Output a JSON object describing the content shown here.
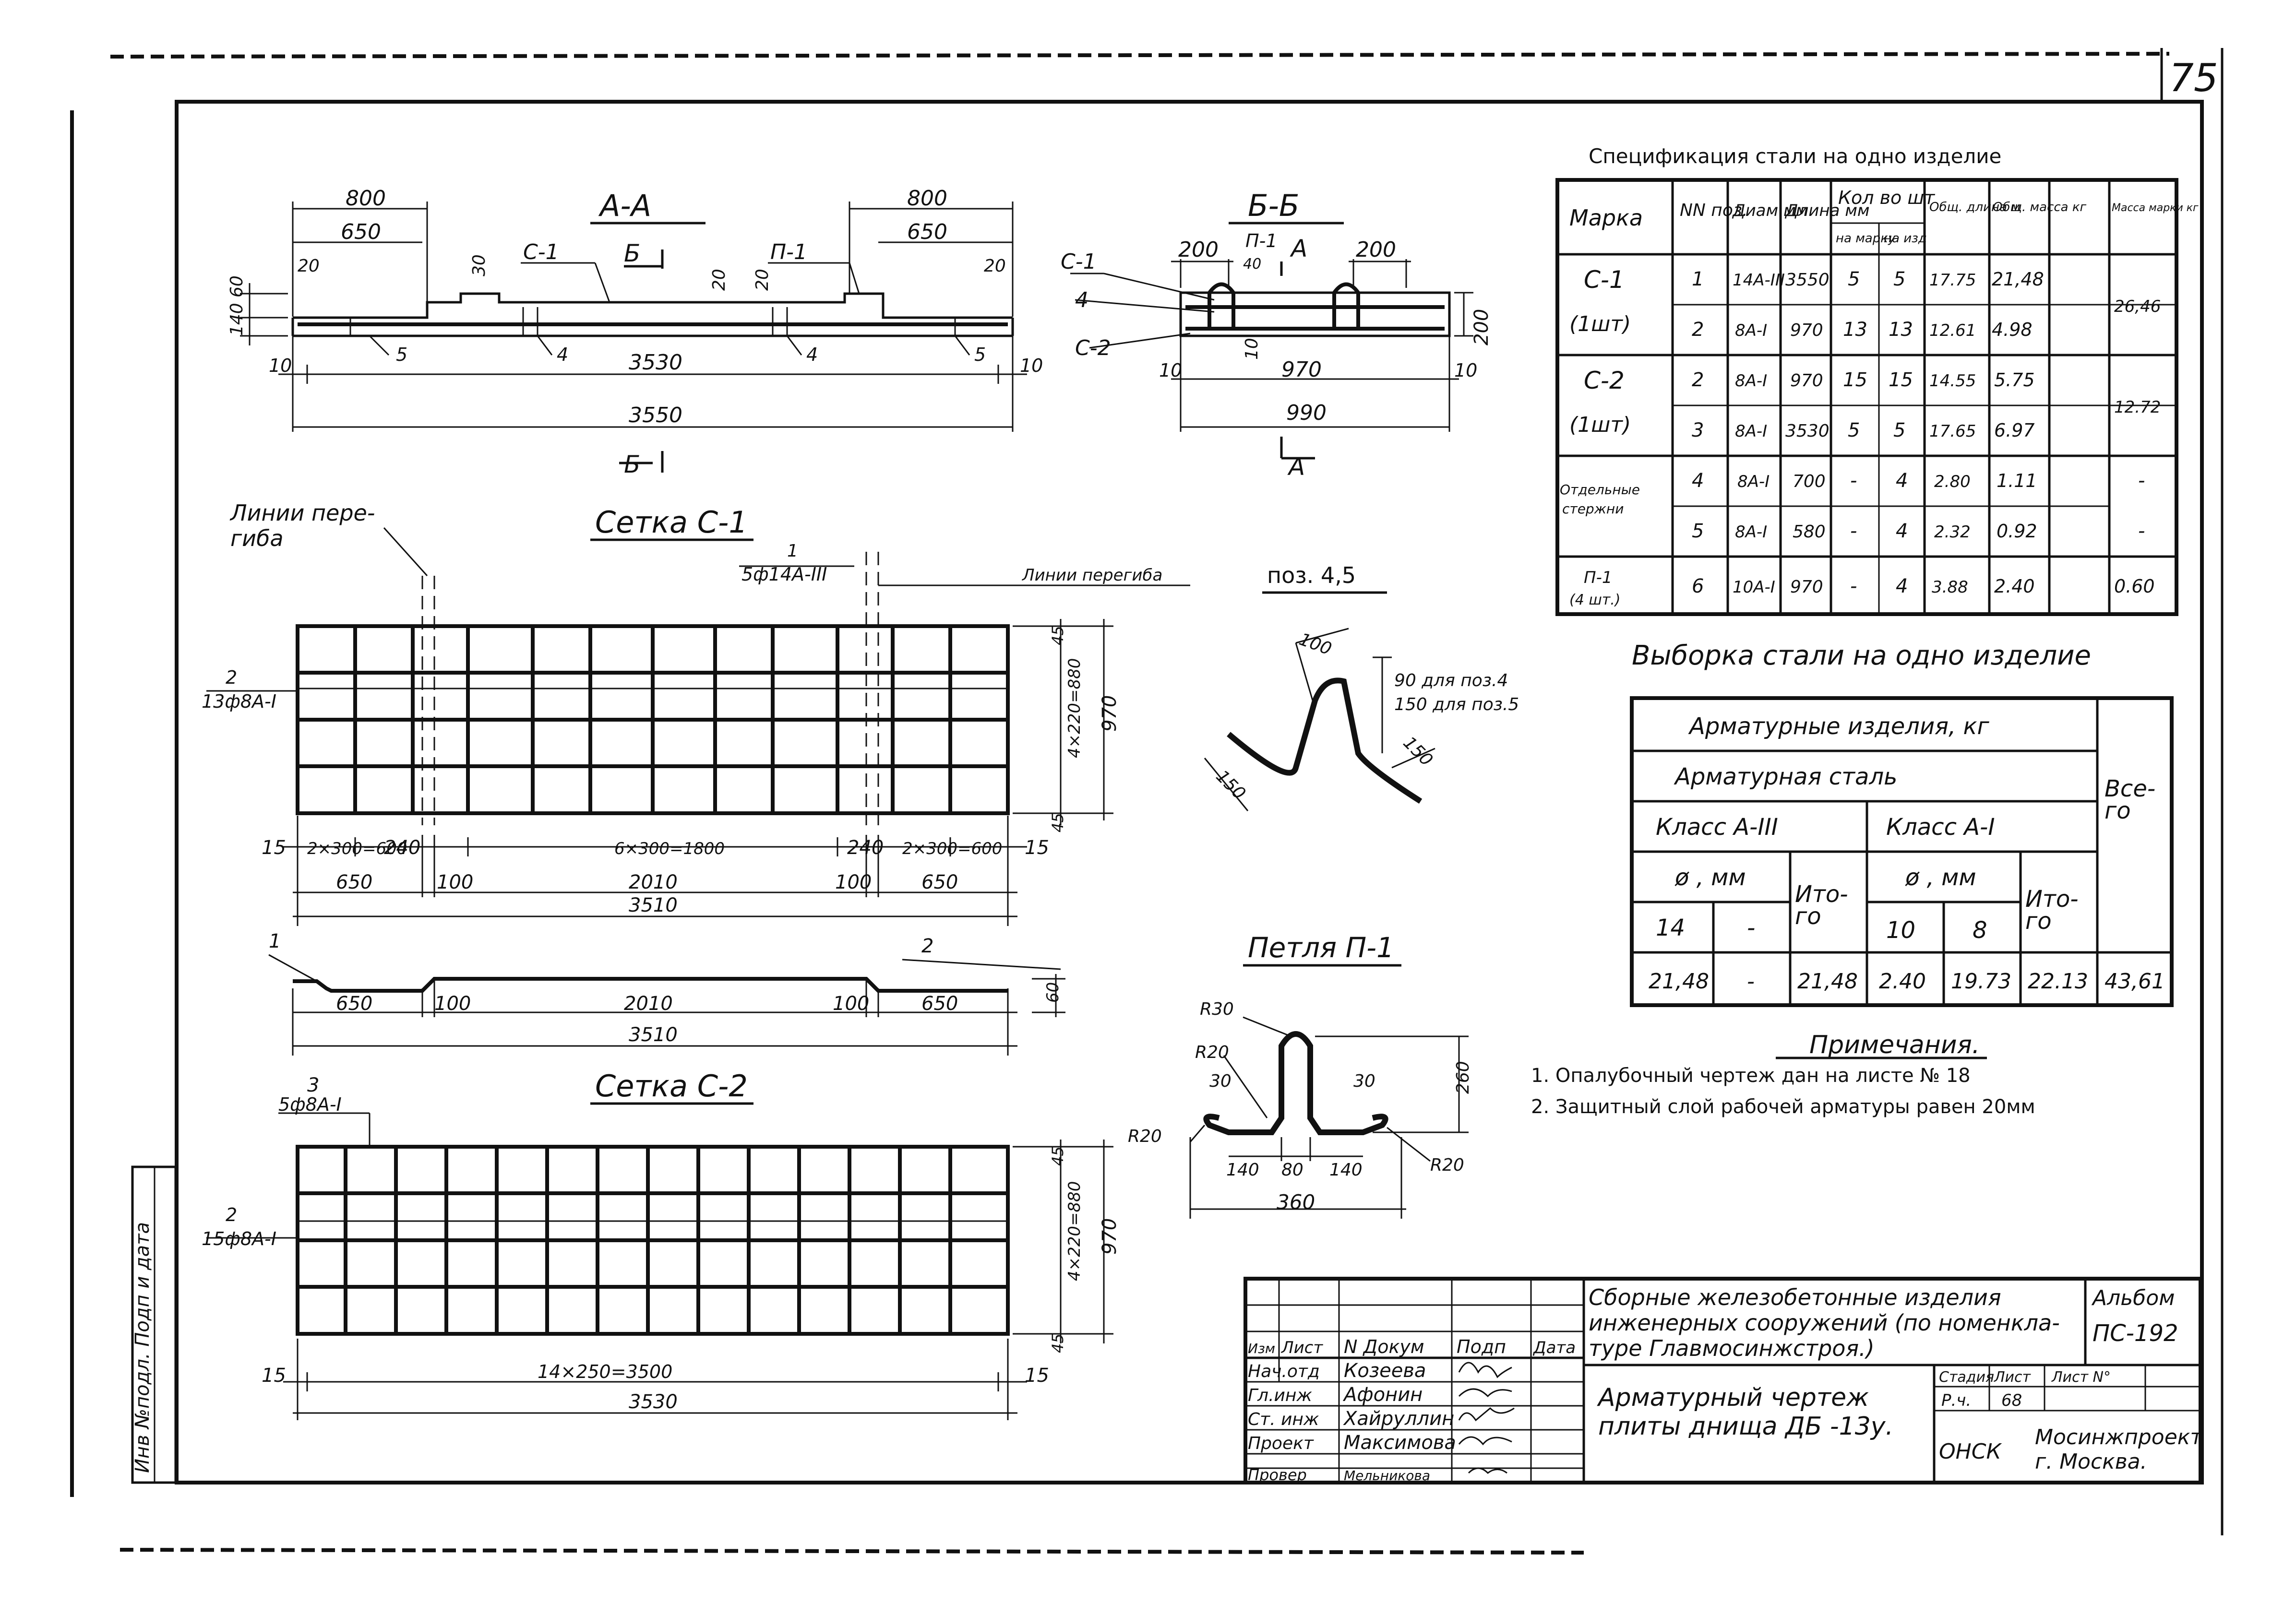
{
  "sheet": {
    "number": "75",
    "side_stamp": "Инв №подл. Подп и дата"
  },
  "section_aa": {
    "title": "А-А",
    "dims": [
      "800",
      "650",
      "800",
      "650",
      "20",
      "20",
      "20",
      "30",
      "20",
      "140",
      "60",
      "10",
      "10",
      "3530",
      "3550"
    ],
    "labels": [
      "С-1",
      "П-1",
      "Б",
      "5",
      "4",
      "4",
      "5",
      "Б"
    ]
  },
  "section_bb": {
    "title": "Б-Б",
    "dims": [
      "200",
      "200",
      "40",
      "200",
      "10",
      "970",
      "10",
      "10",
      "990"
    ],
    "labels": [
      "С-1",
      "4",
      "С-2",
      "П-1",
      "А",
      "А"
    ]
  },
  "mesh_c1": {
    "title": "Сетка С-1",
    "bend_lines_left": "Линии пере-\nгиба",
    "bend_lines_right": "Линии перегиба",
    "pos1": "1",
    "pos1_bars": "5ф14А-III",
    "pos2": "2",
    "pos2_bars": "13ф8А-I",
    "bottom_dims": [
      "15",
      "2×300=600",
      "240",
      "6×300=1800",
      "240",
      "2×300=600",
      "15"
    ],
    "bottom_dims2": [
      "650",
      "100",
      "2010",
      "100",
      "650"
    ],
    "total": "3510",
    "right_dims": [
      "45",
      "4×220=880",
      "970",
      "45"
    ]
  },
  "bent_mesh": {
    "pos1": "1",
    "pos2": "2",
    "dims": [
      "650",
      "100",
      "2010",
      "100",
      "650"
    ],
    "total": "3510",
    "height": "60"
  },
  "mesh_c2": {
    "title": "Сетка С-2",
    "pos3": "3",
    "pos3_bars": "5ф8А-I",
    "pos2": "2",
    "pos2_bars": "15ф8А-I",
    "bottom_dims": [
      "15",
      "14×250=3500",
      "15"
    ],
    "total": "3530",
    "right_dims": [
      "45",
      "4×220=880",
      "970",
      "45"
    ]
  },
  "pos45": {
    "title": "поз. 4,5",
    "dims": [
      "100",
      "150",
      "150"
    ],
    "note_a": "90 для поз.4",
    "note_b": "150 для поз.5"
  },
  "loop": {
    "title": "Петля П-1",
    "dims": [
      "R30",
      "R20",
      "30",
      "R20",
      "30",
      "R20",
      "260",
      "140",
      "80",
      "140",
      "360"
    ]
  },
  "spec_table": {
    "title": "Спецификация стали на одно изделие",
    "headers": [
      "Марка",
      "NN поз.",
      "Диам мм",
      "Длина мм",
      "Кол во шт",
      "на марку",
      "на изд",
      "Общ. длина м",
      "Общ. масса кг",
      "Масса марки кг"
    ],
    "rows": [
      [
        "С-1",
        "(1шт)",
        "1",
        "14А-III",
        "3550",
        "5",
        "5",
        "17.75",
        "21,48",
        "26,46"
      ],
      [
        "",
        "",
        "2",
        "8А-I",
        "970",
        "13",
        "13",
        "12.61",
        "4.98",
        ""
      ],
      [
        "С-2",
        "(1шт)",
        "2",
        "8А-I",
        "970",
        "15",
        "15",
        "14.55",
        "5.75",
        "12.72"
      ],
      [
        "",
        "",
        "3",
        "8А-I",
        "3530",
        "5",
        "5",
        "17.65",
        "6.97",
        ""
      ],
      [
        "Отдельные",
        "стержни",
        "4",
        "8А-I",
        "700",
        "-",
        "4",
        "2.80",
        "1.11",
        "-"
      ],
      [
        "",
        "",
        "5",
        "8А-I",
        "580",
        "-",
        "4",
        "2.32",
        "0.92",
        "-"
      ],
      [
        "П-1",
        "(4 шт.)",
        "6",
        "10А-I",
        "970",
        "-",
        "4",
        "3.88",
        "2.40",
        "0.60"
      ]
    ]
  },
  "selection_table": {
    "title": "Выборка стали на одно изделие",
    "h1": "Арматурные изделия, кг",
    "h2": "Арматурная сталь",
    "class3": "Класс А-III",
    "class1": "Класс А-I",
    "d_mm": "ø , мм",
    "total_lbl": "Ито-\nго",
    "all_lbl": "Все-\nго",
    "d14": "14",
    "dash": "-",
    "d10": "10",
    "d8": "8",
    "vals": [
      "21,48",
      "-",
      "21,48",
      "2.40",
      "19.73",
      "22.13",
      "43,61"
    ]
  },
  "notes": {
    "title": "Примечания.",
    "n1": "1. Опалубочный чертеж дан на листе № 18",
    "n2": "2. Защитный слой рабочей арматуры равен 20мм"
  },
  "title_block": {
    "project": "Сборные железобетонные изделия\nинженерных сооружений (по номенкла-\nтуре Главмосинжстроя.)",
    "album_lbl": "Альбом",
    "album": "ПС-192",
    "cols": [
      "Изм",
      "Лист",
      "N Докум",
      "Подп",
      "Дата"
    ],
    "roles": [
      "Нач.отд",
      "Гл.инж",
      "Ст. инж",
      "Проект",
      "Провер"
    ],
    "names": [
      "Козеева",
      "Афонин",
      "Хайруллин",
      "Максимова",
      "Мельникова"
    ],
    "drawing_name": "Арматурный чертеж\nплиты днища ДБ -13у.",
    "stage_lbl": "Стадия",
    "sheet_lbl": "Лист",
    "sheets_lbl": "Лист N°",
    "stage": "Р.ч.",
    "sheet": "68",
    "dept": "ОНСК",
    "org": "Мосинжпроект\nг. Москва."
  }
}
